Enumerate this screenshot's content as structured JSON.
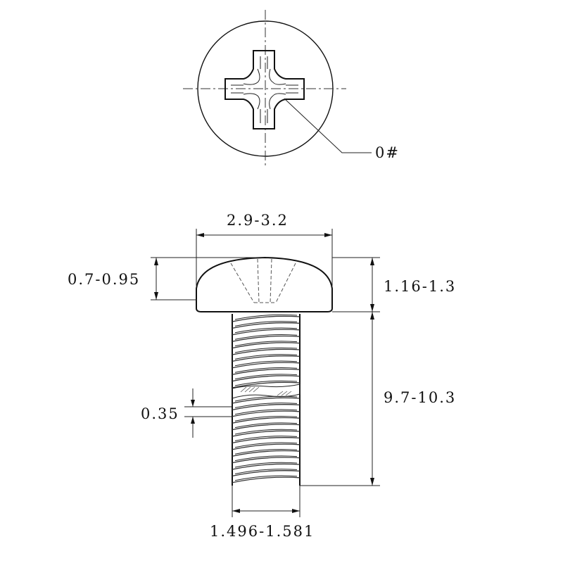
{
  "callout": {
    "recess_size": "0#"
  },
  "dimensions": {
    "head_diameter": "2.9-3.2",
    "head_height": "0.7-0.95",
    "head_total": "1.16-1.3",
    "length": "9.7-10.3",
    "pitch": "0.35",
    "thread_diameter": "1.496-1.581"
  }
}
